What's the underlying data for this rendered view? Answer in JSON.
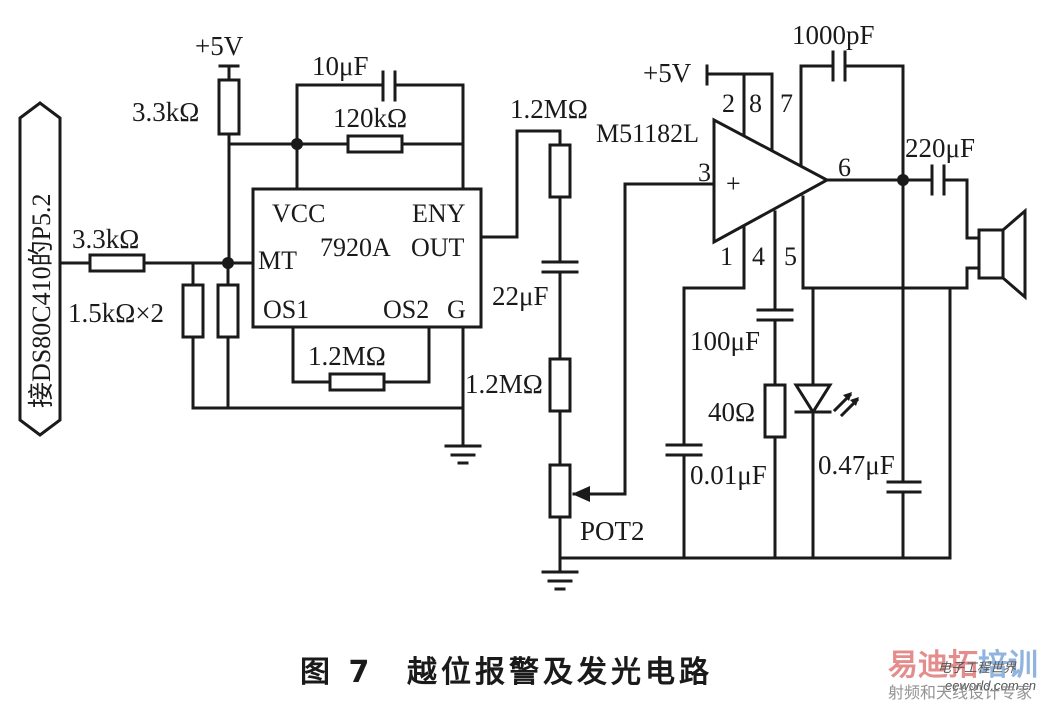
{
  "figure": {
    "caption_number": "图 7",
    "caption_title": "越位报警及发光电路"
  },
  "connector": {
    "label": "接DS80C410的P5.2"
  },
  "supplies": {
    "vcc_left": "+5V",
    "vcc_right": "+5V"
  },
  "components": {
    "r_pullup": "3.3kΩ",
    "r_series": "3.3kΩ",
    "r_divider": "1.5kΩ×2",
    "c_feedback": "10μF",
    "r_feedback": "120kΩ",
    "r_os": "1.2MΩ",
    "r_top": "1.2MΩ",
    "c_coupling": "22μF",
    "r_bottom": "1.2MΩ",
    "pot": "POT2",
    "c_comp": "1000pF",
    "c_out": "220μF",
    "c_bypass4": "100μF",
    "r_led": "40Ω",
    "c_pin1": "0.01μF",
    "c_047": "0.47μF"
  },
  "ic1": {
    "name": "7920A",
    "pins": {
      "vcc": "VCC",
      "eny": "ENY",
      "mt": "MT",
      "out": "OUT",
      "os1": "OS1",
      "os2": "OS2",
      "g": "G"
    }
  },
  "ic2": {
    "name": "M51182L",
    "plus": "+",
    "pins": [
      "2",
      "8",
      "7",
      "3",
      "6",
      "1",
      "4",
      "5"
    ]
  },
  "watermark": {
    "brand_red": "易迪拓",
    "brand_blue": "培训",
    "sub": "射频和天线设计专家",
    "site": "eeworld.com.cn",
    "site_name": "电子工程世界"
  }
}
